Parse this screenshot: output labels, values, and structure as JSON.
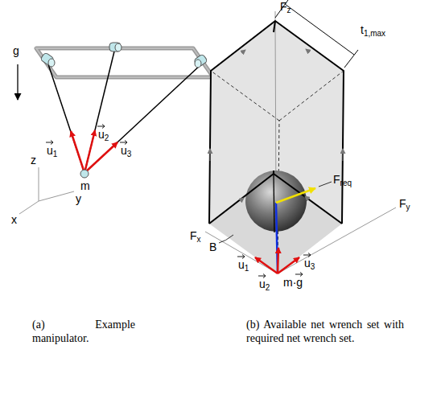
{
  "diagram": {
    "labels": [
      "g",
      "z",
      "x",
      "y",
      "u1",
      "u2",
      "u3",
      "m",
      "Fz",
      "t1,max",
      "Freq",
      "Fy",
      "Fx",
      "B",
      "u1",
      "u2",
      "u3",
      "m·g",
      "(a) Example manipulator.",
      "(b) Available net wrench set with required net wrench set."
    ]
  }
}
